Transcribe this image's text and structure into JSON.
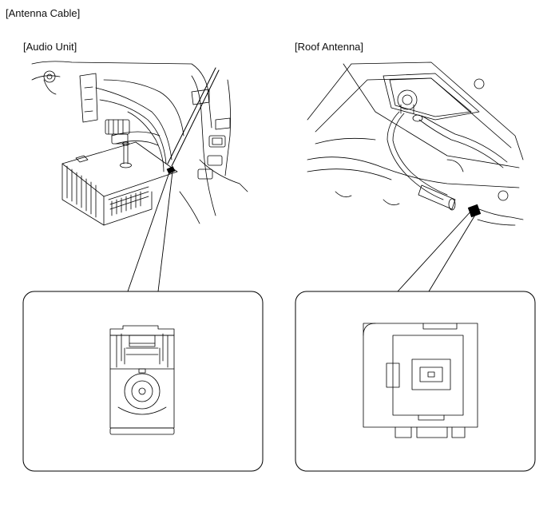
{
  "diagram": {
    "title": "[Antenna Cable]",
    "panels": [
      {
        "label": "[Audio Unit]",
        "detail": "coaxial connector (round socket)"
      },
      {
        "label": "[Roof Antenna]",
        "detail": "antenna connector (square socket)"
      }
    ]
  }
}
